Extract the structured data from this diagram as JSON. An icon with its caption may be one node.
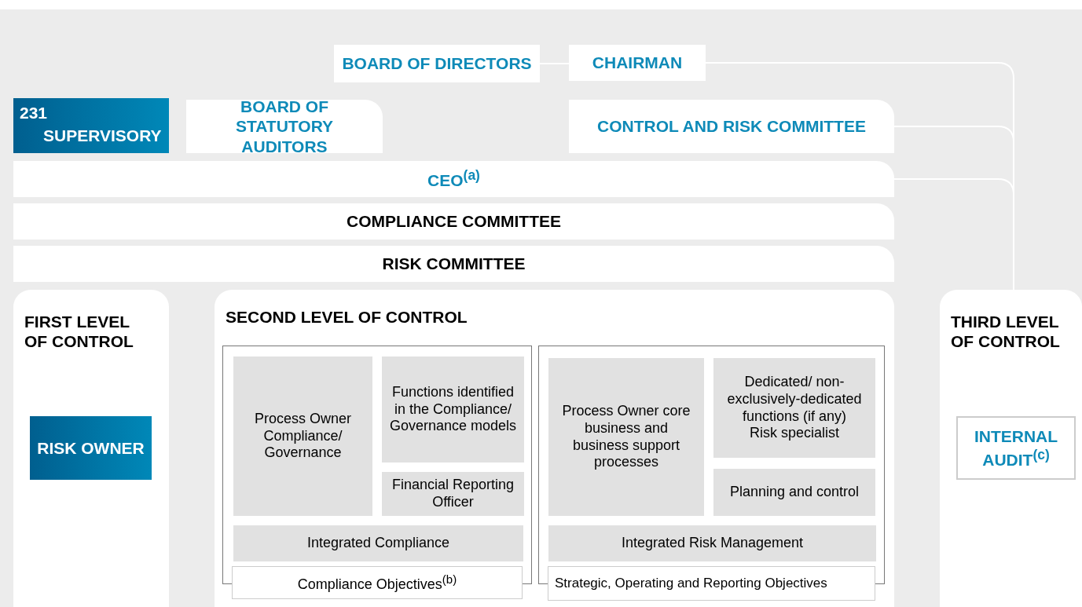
{
  "diagram": {
    "nodes": [
      {
        "text": [
          "BOARD OF DIRECTORS"
        ]
      },
      {
        "text": [
          "CHAIRMAN"
        ]
      },
      {
        "text": [
          "231",
          "SUPERVISORY"
        ]
      },
      {
        "text": [
          "BOARD OF STATUTORY AUDITORS"
        ]
      },
      {
        "text": [
          "CONTROL AND RISK COMMITTEE"
        ]
      },
      {
        "text": [
          "CEO$^{(a)}$"
        ]
      },
      {
        "text": [
          "COMPLIANCE COMMITTEE"
        ]
      },
      {
        "text": [
          "RISK COMMITTEE"
        ]
      },
      {
        "text": [
          "FIRST LEVEL OF CONTROL"
        ]
      },
      {
        "text": [
          "RISK OWNER"
        ],
        "in": 8
      },
      {
        "text": [
          "SECOND LEVEL OF CONTROL"
        ]
      },
      {
        "text": [],
        "shape": "box",
        "in": 10
      },
      {
        "text": [
          "Process Owner Compliance/ Governance"
        ],
        "in": 11
      },
      {
        "text": [
          "Functions identified in the Compliance/ Governance models"
        ],
        "in": 11
      },
      {
        "text": [
          "Financial Reporting Officer"
        ],
        "in": 11
      },
      {
        "text": [
          "Integrated Compliance"
        ],
        "in": 11
      },
      {
        "text": [
          "Compliance Objectives$^{(b)}$"
        ],
        "in": 10
      },
      {
        "text": [],
        "shape": "box",
        "in": 10
      },
      {
        "text": [
          "Process Owner core business and business support processes"
        ],
        "in": 17
      },
      {
        "text": [
          "Dedicated/ non-exclusively-dedicated functions (if any)",
          "Risk specialist"
        ],
        "in": 17
      },
      {
        "text": [
          "Planning and control"
        ],
        "in": 17
      },
      {
        "text": [
          "Integrated Risk Management"
        ],
        "in": 17
      },
      {
        "text": [
          "Strategic, Operating and Reporting Objectives"
        ],
        "in": 10
      },
      {
        "text": [
          "THIRD LEVEL OF CONTROL"
        ]
      },
      {
        "text": [
          "INTERNAL AUDIT$^{(c)}$"
        ],
        "in": 23
      }
    ],
    "edges": [
      {
        "from": 0,
        "to": 1,
        "arrow": "none"
      },
      {
        "from": 1,
        "to": 23,
        "arrow": "none"
      },
      {
        "from": 4,
        "to": 23,
        "arrow": "none"
      },
      {
        "from": 5,
        "to": 23,
        "arrow": "none"
      }
    ]
  }
}
